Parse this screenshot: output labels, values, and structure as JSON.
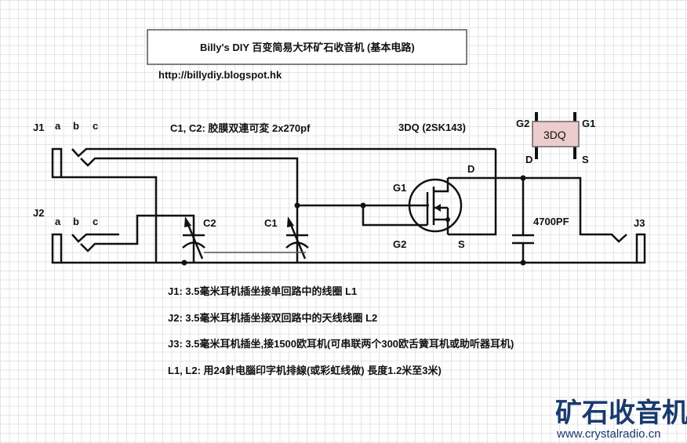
{
  "title": "Billy's DIY 百变简易大环矿石收音机 (基本电路)",
  "url": "http://billydiy.blogspot.hk",
  "labels": {
    "j1": "J1",
    "j2": "J2",
    "j3": "J3",
    "a": "a",
    "b": "b",
    "c": "c",
    "cap_note": "C1, C2: 胶膜双連可変 2x270pf",
    "transistor": "3DQ (2SK143)",
    "c1": "C1",
    "c2": "C2",
    "g1": "G1",
    "g2": "G2",
    "d": "D",
    "s": "S",
    "cap_value": "4700PF",
    "package": "3DQ"
  },
  "notes": [
    "J1: 3.5毫米耳机插坐接单回路中的线圈 L1",
    "J2: 3.5毫米耳机插坐接双回路中的天线线圈 L2",
    "J3: 3.5毫米耳机插坐,接1500欧耳机(可串联两个300欧舌簧耳机或助听器耳机)",
    "L1, L2: 用24針电腦印字机排線(或彩虹线做) 長度1.2米至3米)"
  ],
  "watermark": {
    "cn": "矿石收音机",
    "url": "www.crystalradio.cn",
    "color": "#1a3a6e"
  }
}
